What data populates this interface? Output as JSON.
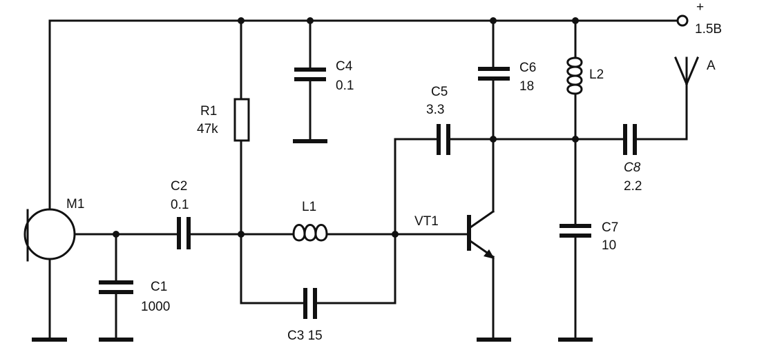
{
  "components": {
    "m1": "M1",
    "c1_name": "C1",
    "c1_value": "1000",
    "c2_name": "C2",
    "c2_value": "0.1",
    "c3": "C3 15",
    "c4_name": "C4",
    "c4_value": "0.1",
    "c5_name": "C5",
    "c5_value": "3.3",
    "c6_name": "C6",
    "c6_value": "18",
    "c7_name": "C7",
    "c7_value": "10",
    "c8_name": "C8",
    "c8_value": "2.2",
    "r1_name": "R1",
    "r1_value": "47k",
    "l1": "L1",
    "l2": "L2",
    "vt1": "VT1",
    "antenna": "A"
  },
  "supply": {
    "plus": "+",
    "voltage": "1.5B"
  }
}
